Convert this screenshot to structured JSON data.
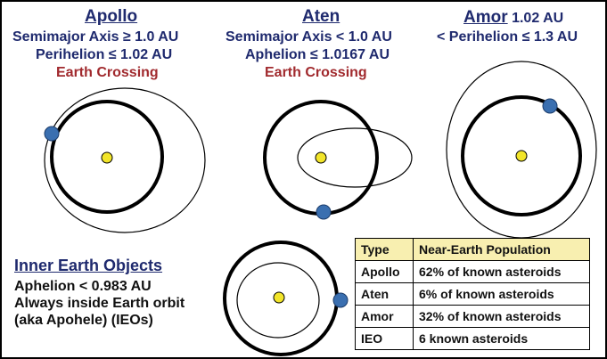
{
  "apollo": {
    "title": "Apollo",
    "line1": "Semimajor Axis ≥ 1.0 AU",
    "line2": "Perihelion ≤ 1.02 AU",
    "tag": "Earth Crossing"
  },
  "aten": {
    "title": "Aten",
    "line1": "Semimajor Axis < 1.0 AU",
    "line2": "Aphelion ≤ 1.0167 AU",
    "tag": "Earth Crossing"
  },
  "amor": {
    "title": "Amor",
    "title_suffix": " 1.02 AU",
    "line1": "< Perihelion ≤ 1.3 AU"
  },
  "ieo": {
    "title": "Inner Earth Objects",
    "line1": "Aphelion < 0.983 AU",
    "line2": "Always inside Earth orbit",
    "line3": "(aka Apohele) (IEOs)"
  },
  "table": {
    "headers": [
      "Type",
      "Near-Earth Population"
    ],
    "rows": [
      [
        "Apollo",
        "62% of known asteroids"
      ],
      [
        "Aten",
        "6% of known asteroids"
      ],
      [
        "Amor",
        "32% of known asteroids"
      ],
      [
        "IEO",
        "6 known asteroids"
      ]
    ]
  },
  "colors": {
    "title_text": "#1f2a6e",
    "tag_text": "#a12a2e",
    "sun": "#f2e52a",
    "earth": "#3a6fb0",
    "table_header_bg": "#f8efb0"
  }
}
